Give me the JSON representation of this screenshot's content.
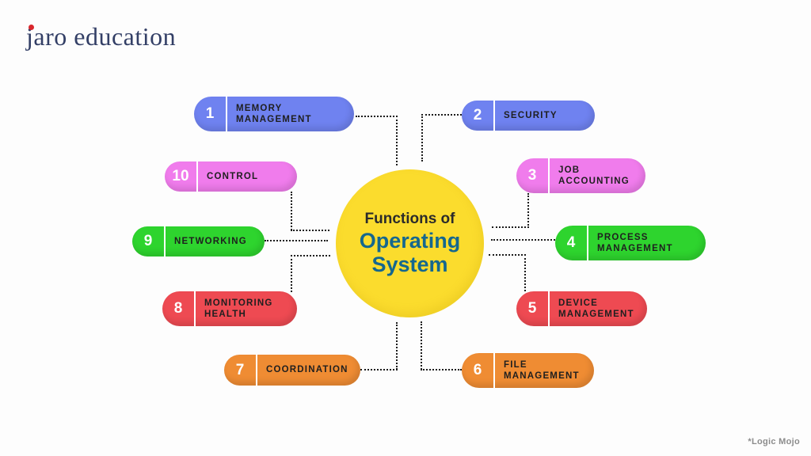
{
  "brand": {
    "logo_text": "jaro education",
    "logo_color": "#333F66",
    "logo_dot_color": "#D9262C"
  },
  "center": {
    "line1": "Functions of",
    "line2": "Operating",
    "line3": "System",
    "circle_color": "#FBDC2D",
    "title_color": "#15678E"
  },
  "nodes": [
    {
      "number": "1",
      "label": "MEMORY MANAGEMENT",
      "color": "#6F82F0"
    },
    {
      "number": "2",
      "label": "SECURITY",
      "color": "#6F82F0"
    },
    {
      "number": "3",
      "label": "JOB ACCOUNTING",
      "color": "#F07CEC"
    },
    {
      "number": "4",
      "label": "PROCESS MANAGEMENT",
      "color": "#2ED42E"
    },
    {
      "number": "5",
      "label": "DEVICE MANAGEMENT",
      "color": "#EE4A52"
    },
    {
      "number": "6",
      "label": "FILE MANAGEMENT",
      "color": "#EF8C33"
    },
    {
      "number": "7",
      "label": "COORDINATION",
      "color": "#EF8C33"
    },
    {
      "number": "8",
      "label": "MONITORING HEALTH",
      "color": "#EE4A52"
    },
    {
      "number": "9",
      "label": "NETWORKING",
      "color": "#2ED42E"
    },
    {
      "number": "10",
      "label": "CONTROL",
      "color": "#F07CEC"
    }
  ],
  "connector_color": "#1C1C1C",
  "footer": {
    "credit": "*Logic Mojo"
  }
}
